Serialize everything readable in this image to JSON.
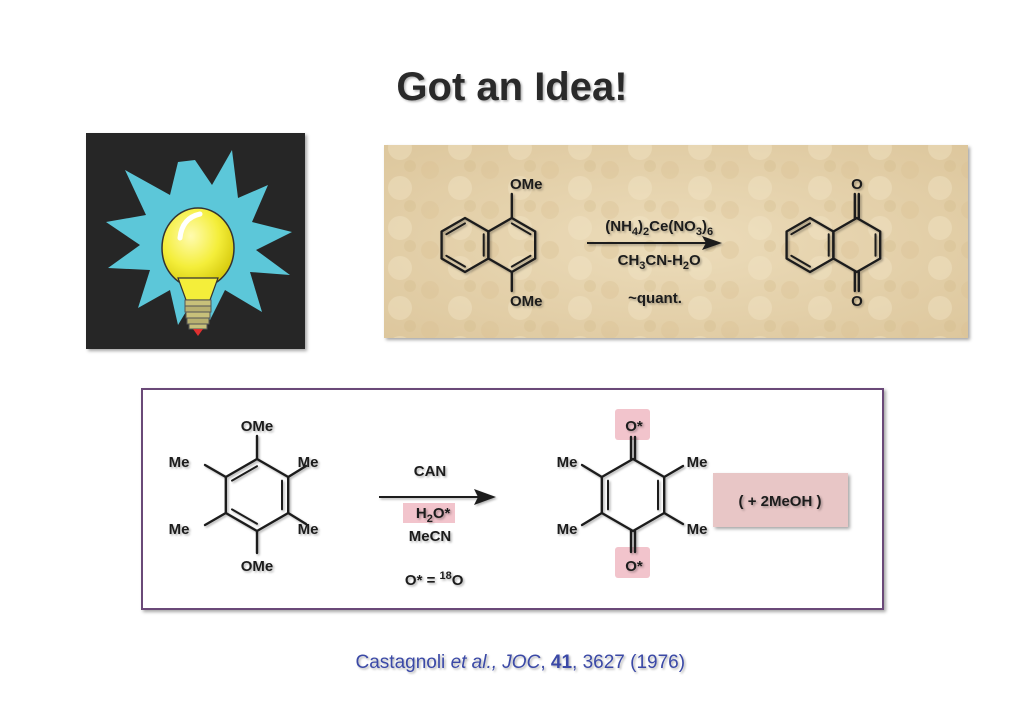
{
  "title": "Got an Idea!",
  "colors": {
    "title": "#2b2b2b",
    "panel_black": "#262626",
    "starburst": "#5cc7d9",
    "bulb": "#f4ee3a",
    "parchment": "#e5d2ac",
    "box_border": "#6b4a78",
    "highlight": "#f2c4cc",
    "citation": "#3b4aa6"
  },
  "reaction1": {
    "reactant_sub_top": "OMe",
    "reactant_sub_bottom": "OMe",
    "reagent_parts": [
      "(NH",
      "4",
      ")",
      "2",
      "Ce(NO",
      "3",
      ")",
      "6"
    ],
    "solvent_parts": [
      "CH",
      "3",
      "CN-H",
      "2",
      "O"
    ],
    "yield": "~quant.",
    "product_o_top": "O",
    "product_o_bottom": "O"
  },
  "reaction2": {
    "reactant_top": "OMe",
    "reactant_bottom": "OMe",
    "reactant_me": [
      "Me",
      "Me",
      "Me",
      "Me"
    ],
    "reagent": "CAN",
    "water_parts": [
      "H",
      "2",
      "O*"
    ],
    "solvent": "MeCN",
    "note_parts": [
      "O* = ",
      "18",
      "O"
    ],
    "product_o_top": "O*",
    "product_o_bottom": "O*",
    "product_me": [
      "Me",
      "Me",
      "Me",
      "Me"
    ],
    "byproduct": "( + 2MeOH )"
  },
  "citation": {
    "author": "Castagnoli ",
    "etal": "et al., JOC",
    "sep": ", ",
    "volume": "41",
    "pages_year": ", 3627 (1976)"
  }
}
